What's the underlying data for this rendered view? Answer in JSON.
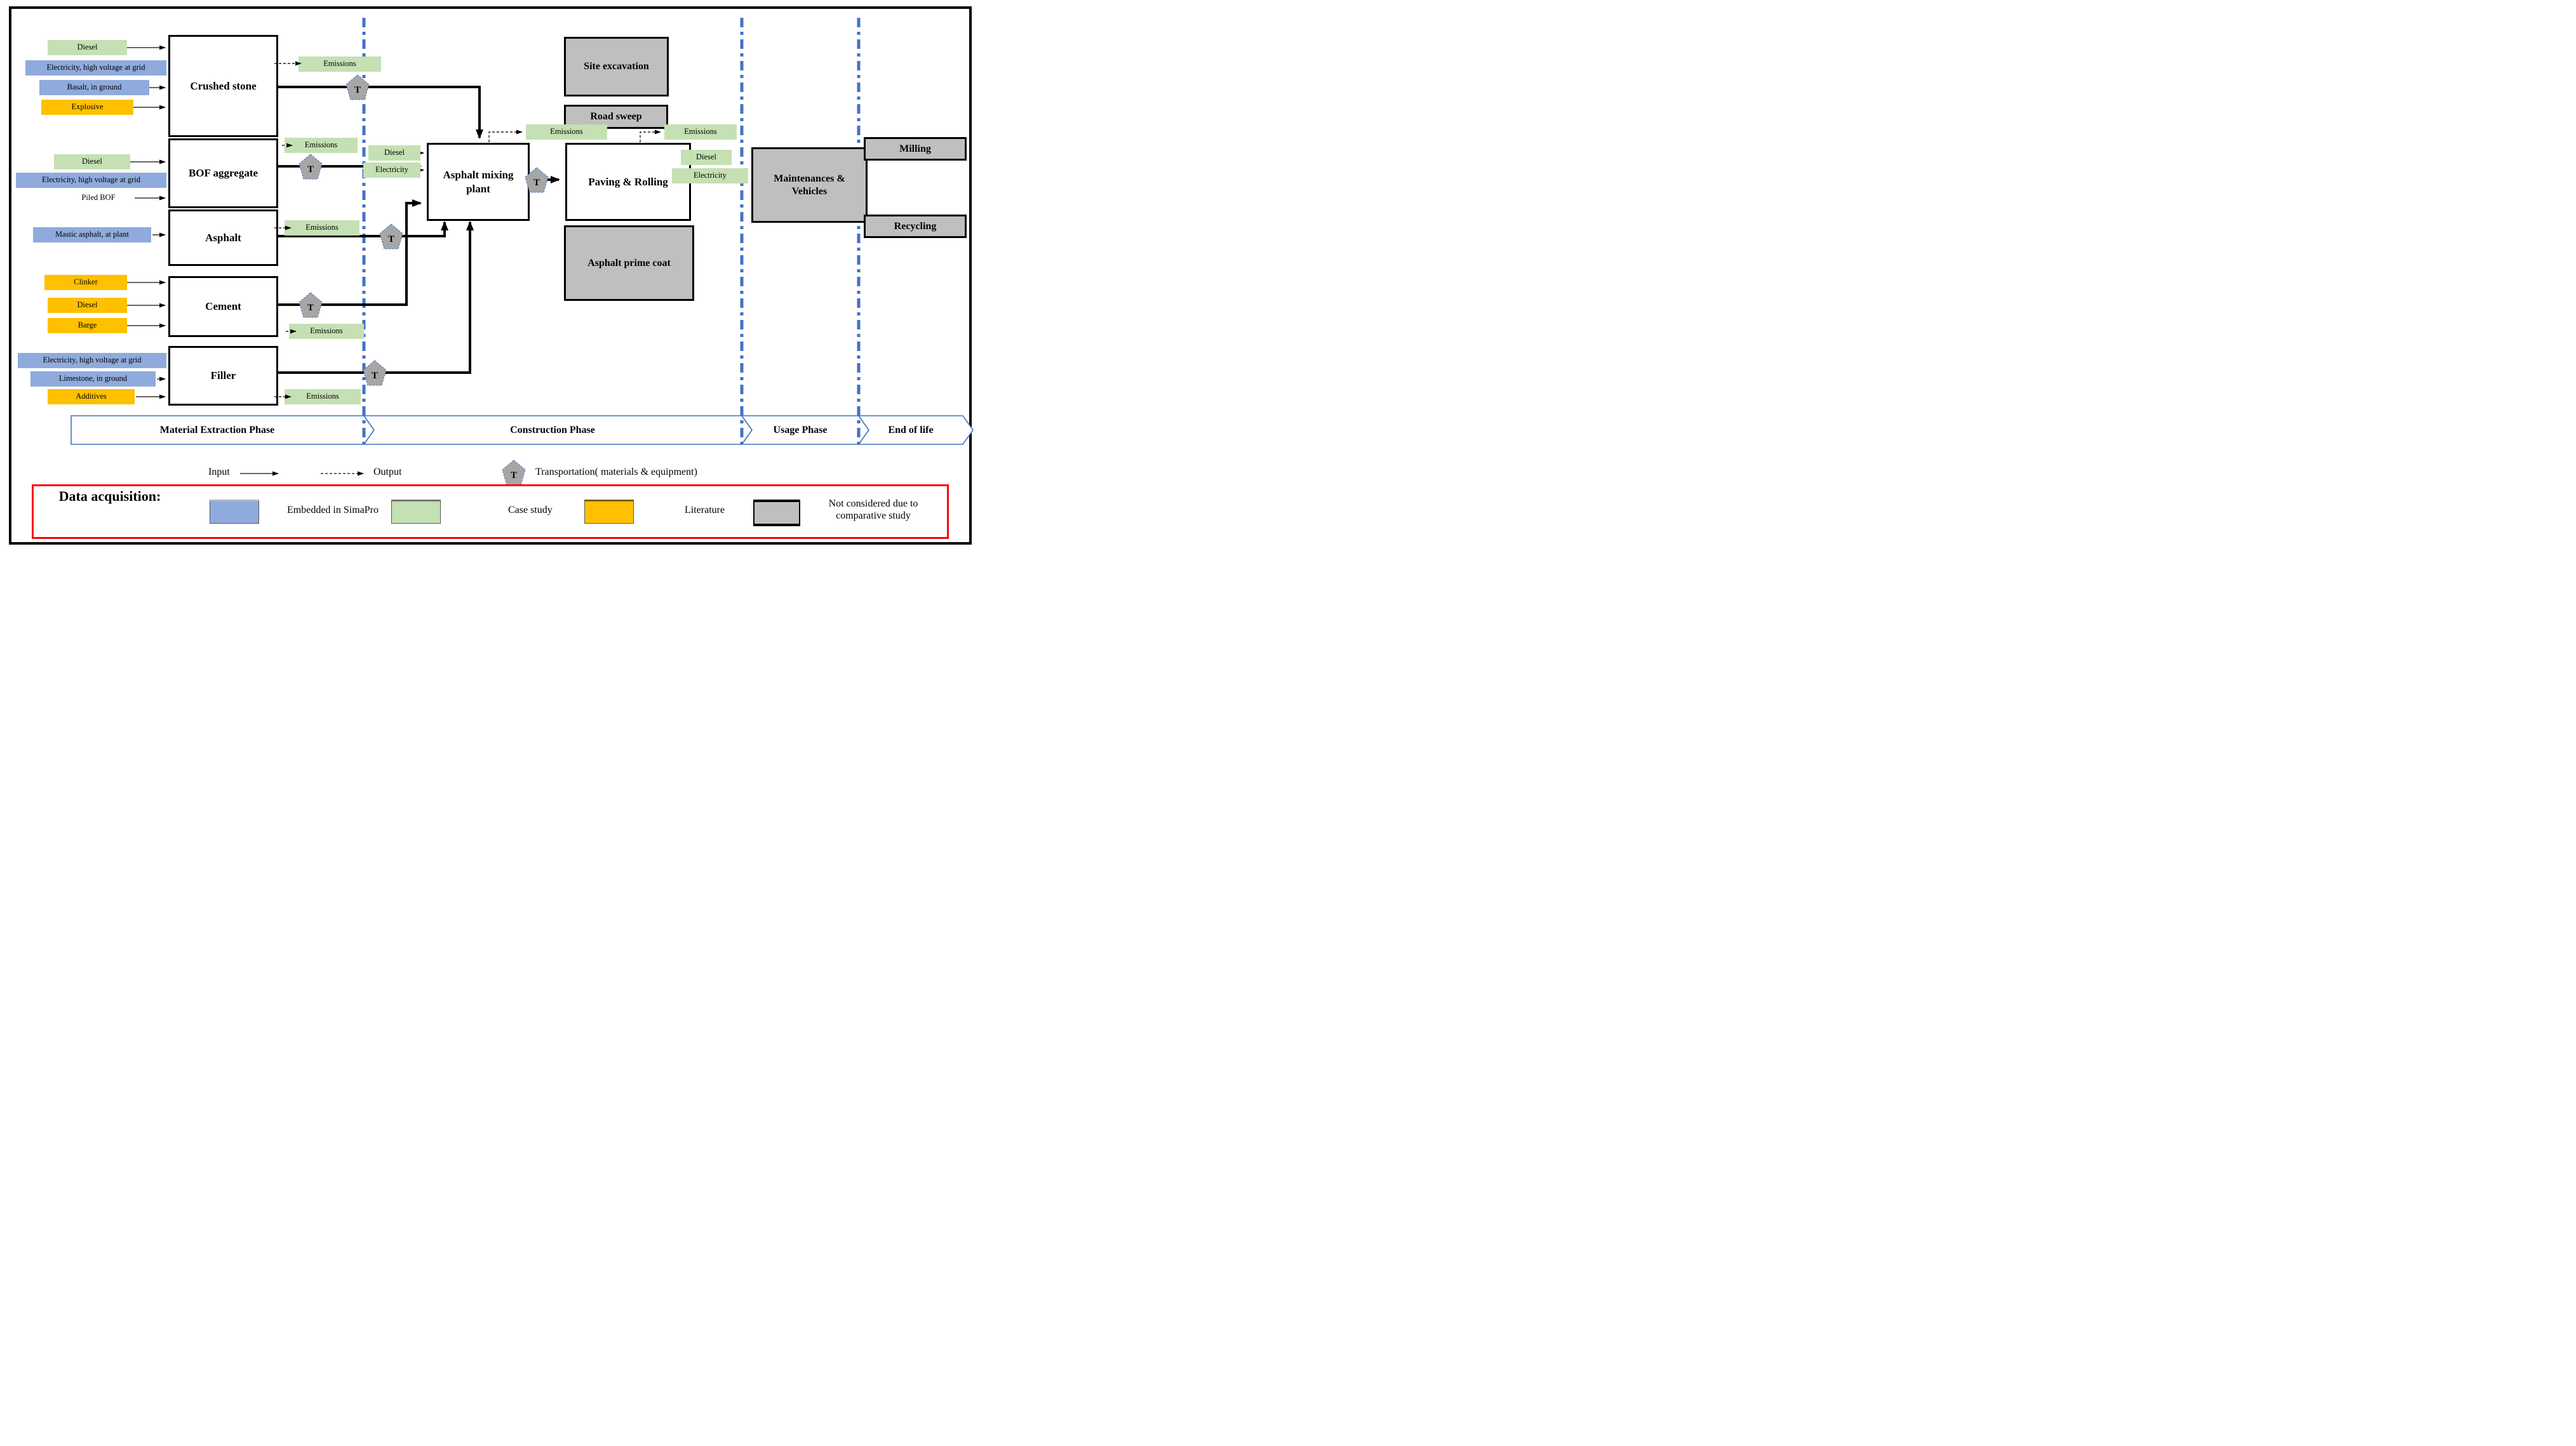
{
  "labels": {
    "emissions": "Emissions",
    "t": "T"
  },
  "processes": {
    "crushed_stone": "Crushed stone",
    "bof_aggregate": "BOF aggregate",
    "asphalt": "Asphalt",
    "cement": "Cement",
    "filler": "Filler",
    "mixing_plant": "Asphalt mixing plant",
    "paving_rolling": "Paving & Rolling"
  },
  "inputs": {
    "diesel": "Diesel",
    "electricity_grid": "Electricity, high voltage at grid",
    "basalt": "Basalt, in ground",
    "explosive": "Explosive",
    "piled_bof": "Piled BOF",
    "mastic_asphalt": "Mastic asphalt, at plant",
    "clinker": "Clinker",
    "barge": "Barge",
    "limestone": "Limestone, in ground",
    "additives": "Additives",
    "electricity": "Electricity"
  },
  "not_considered": {
    "site_excavation": "Site excavation",
    "road_sweep": "Road sweep",
    "asphalt_prime_coat": "Asphalt prime coat",
    "maintenances_vehicles": "Maintenances & Vehicles",
    "milling": "Milling",
    "recycling": "Recycling"
  },
  "phases": [
    "Material Extraction Phase",
    "Construction Phase",
    "Usage Phase",
    "End of life"
  ],
  "legend": {
    "input": "Input",
    "output": "Output",
    "transportation": "Transportation( materials & equipment)"
  },
  "data_acquisition": {
    "title": "Data acquisition:",
    "items": [
      {
        "label": "Embedded in SimaPro",
        "color": "#8faadc"
      },
      {
        "label": "Case study",
        "color": "#c5e0b3"
      },
      {
        "label": "Literature",
        "color": "#ffc000"
      },
      {
        "label": "Not considered due to comparative study",
        "color": "#bfbfbf"
      }
    ]
  },
  "colors": {
    "simapro_blue": "#8faadc",
    "case_study_green": "#c5e0b3",
    "literature_orange": "#ffc000",
    "not_considered_gray": "#bfbfbf",
    "transport_gray": "#a6a6a6",
    "separator_blue": "#4472c4",
    "data_box_red": "#ff0000"
  }
}
